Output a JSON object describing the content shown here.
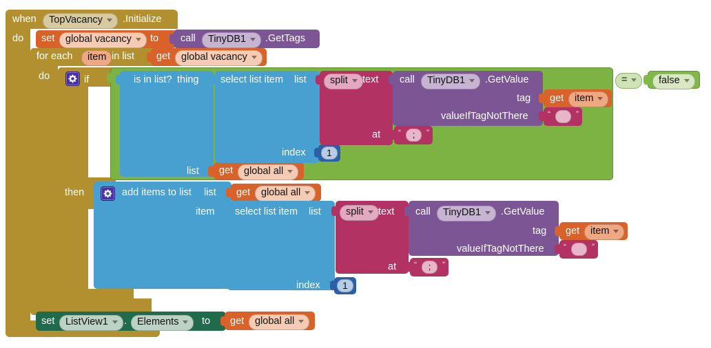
{
  "editor": {
    "name": "mit-app-inventor-blocks-canvas",
    "background": "#ffffff"
  },
  "colors": {
    "event_block": "#b3902f",
    "control_block": "#b3902f",
    "variable_set": "#d9622b",
    "variable_get": "#d9622b",
    "logic_green": "#7cb342",
    "list_blue": "#48a0d0",
    "text_crimson": "#b23363",
    "component_purple": "#7c5595",
    "component_set_teal": "#1f6b4b",
    "math_blue": "#2b5fa8",
    "mutator_icon": "#4731a8"
  },
  "blocks": {
    "event": {
      "kw_when": "when",
      "component": "TopVacancy",
      "event_name": ".Initialize",
      "kw_do": "do"
    },
    "set_global_vacancy": {
      "kw_set": "set",
      "variable": "global vacancy",
      "kw_to": "to"
    },
    "call_gettags": {
      "kw_call": "call",
      "component": "TinyDB1",
      "method": ".GetTags"
    },
    "for_each": {
      "kw_for_each": "for each",
      "loop_var": "item",
      "kw_in_list": "in list",
      "kw_do": "do"
    },
    "get_global_vacancy": {
      "kw_get": "get",
      "variable": "global vacancy"
    },
    "if_block": {
      "kw_if": "if",
      "kw_then": "then",
      "mutator_icon": "gear-icon"
    },
    "compare": {
      "operator": "=",
      "operand_false": "false"
    },
    "is_in_list": {
      "label": "is in list?",
      "socket_thing": "thing",
      "socket_list": "list"
    },
    "select_list_item_1": {
      "label": "select list item",
      "socket_list": "list",
      "socket_index": "index",
      "index_value": "1"
    },
    "split_1": {
      "operator": "split",
      "socket_text": "text",
      "socket_at": "at",
      "at_value": ";"
    },
    "call_getvalue_1": {
      "kw_call": "call",
      "component": "TinyDB1",
      "method": ".GetValue",
      "socket_tag": "tag",
      "socket_valueiftagnotthere": "valueIfTagNotThere",
      "valueiftagnotthere_value": ""
    },
    "get_item_1": {
      "kw_get": "get",
      "variable": "item"
    },
    "get_global_all_1": {
      "kw_get": "get",
      "variable": "global all"
    },
    "add_items_to_list": {
      "label": "add items to list",
      "socket_list": "list",
      "socket_item": "item",
      "mutator_icon": "gear-icon"
    },
    "get_global_all_2": {
      "kw_get": "get",
      "variable": "global all"
    },
    "select_list_item_2": {
      "label": "select list item",
      "socket_list": "list",
      "socket_index": "index",
      "index_value": "1"
    },
    "split_2": {
      "operator": "split",
      "socket_text": "text",
      "socket_at": "at",
      "at_value": ";"
    },
    "call_getvalue_2": {
      "kw_call": "call",
      "component": "TinyDB1",
      "method": ".GetValue",
      "socket_tag": "tag",
      "socket_valueiftagnotthere": "valueIfTagNotThere",
      "valueiftagnotthere_value": ""
    },
    "get_item_2": {
      "kw_get": "get",
      "variable": "item"
    },
    "set_listview": {
      "kw_set": "set",
      "component": "ListView1",
      "dot": ".",
      "property": "Elements",
      "kw_to": "to"
    },
    "get_global_all_3": {
      "kw_get": "get",
      "variable": "global all"
    }
  }
}
